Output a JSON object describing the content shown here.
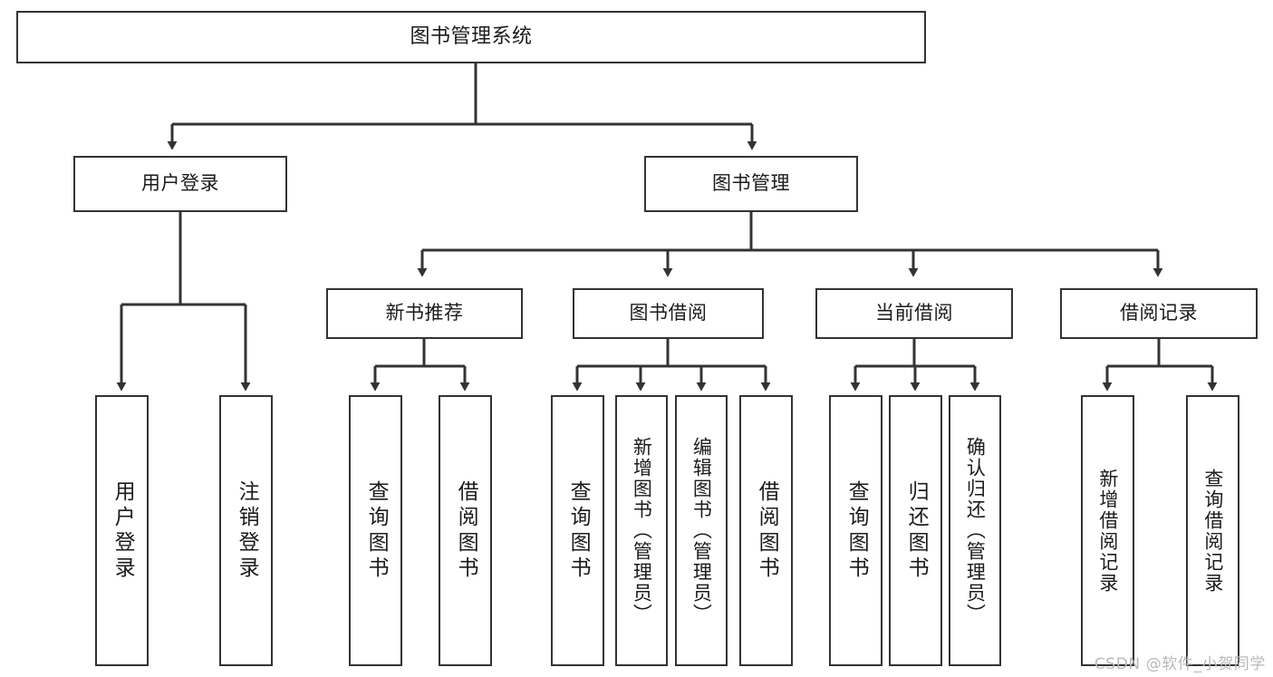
{
  "diagram": {
    "type": "tree",
    "title": "图书管理系统",
    "orientation": "top-down",
    "colors": {
      "box_border": "#333333",
      "box_fill": "#ffffff",
      "connector": "#333333",
      "text": "#1b1b1b",
      "watermark": "#b9b9b9",
      "background": "#ffffff"
    }
  },
  "root": {
    "label": "图书管理系统"
  },
  "level2": [
    {
      "label": "用户登录"
    },
    {
      "label": "图书管理"
    }
  ],
  "level3": [
    {
      "label": "新书推荐"
    },
    {
      "label": "图书借阅"
    },
    {
      "label": "当前借阅"
    },
    {
      "label": "借阅记录"
    }
  ],
  "leaves": {
    "user_login": [
      {
        "label": "用户登录"
      },
      {
        "label": "注销登录"
      }
    ],
    "new_book_recommend": [
      {
        "label": "查询图书"
      },
      {
        "label": "借阅图书"
      }
    ],
    "book_borrow": [
      {
        "label": "查询图书"
      },
      {
        "label": "新增图书（管理员）"
      },
      {
        "label": "编辑图书（管理员）"
      },
      {
        "label": "借阅图书"
      }
    ],
    "current_borrow": [
      {
        "label": "查询图书"
      },
      {
        "label": "归还图书"
      },
      {
        "label": "确认归还（管理员）"
      }
    ],
    "borrow_record": [
      {
        "label": "新增借阅记录"
      },
      {
        "label": "查询借阅记录"
      }
    ]
  },
  "watermark": {
    "text": "CSDN @软件_小贺同学"
  }
}
